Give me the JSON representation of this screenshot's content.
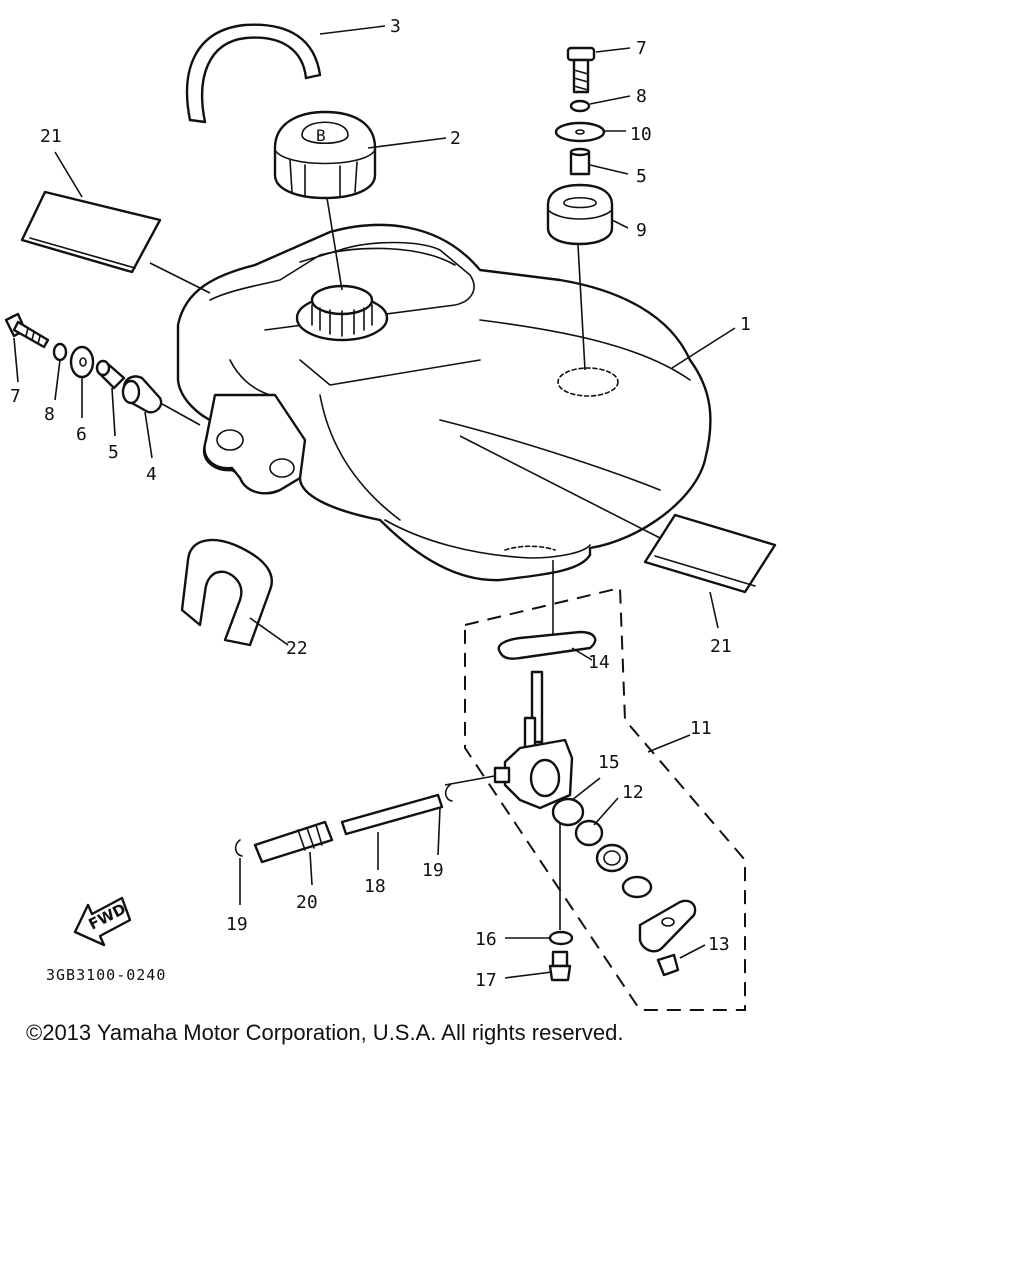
{
  "callouts": {
    "c1": "1",
    "c2": "2",
    "c3": "3",
    "c4": "4",
    "c5a": "5",
    "c5b": "5",
    "c6": "6",
    "c7a": "7",
    "c7b": "7",
    "c8a": "8",
    "c8b": "8",
    "c9": "9",
    "c10": "10",
    "c11": "11",
    "c12": "12",
    "c13": "13",
    "c14": "14",
    "c15": "15",
    "c16": "16",
    "c17": "17",
    "c18": "18",
    "c19a": "19",
    "c19b": "19",
    "c20": "20",
    "c21a": "21",
    "c21b": "21",
    "c22": "22"
  },
  "fwd_label": "FWD",
  "drawing_code": "3GB3100-0240",
  "copyright": "©2013 Yamaha Motor Corporation, U.S.A. All rights reserved.",
  "colors": {
    "ink": "#111111",
    "background": "#ffffff"
  }
}
